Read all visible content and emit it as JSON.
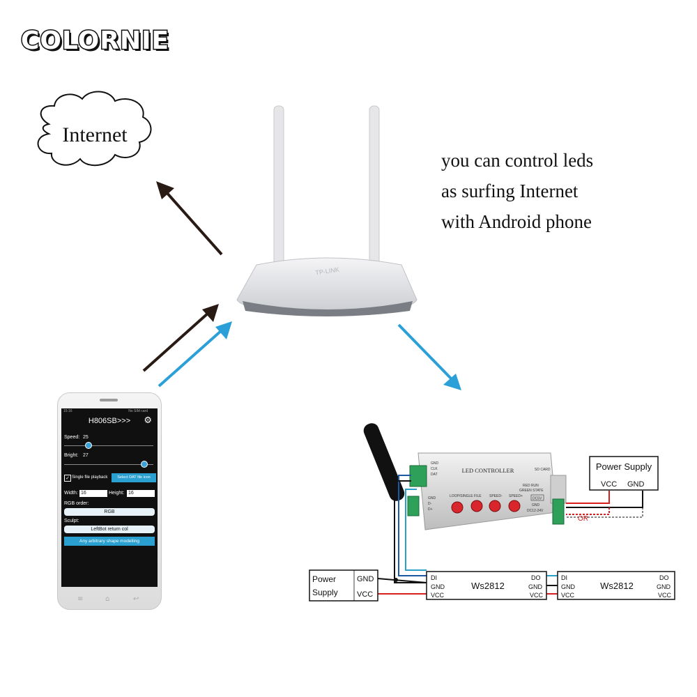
{
  "brand": {
    "logo_text": "COLORNIE"
  },
  "cloud": {
    "label": "Internet"
  },
  "tagline": {
    "lines": [
      "you can control leds",
      "as surfing Internet",
      "with Android phone"
    ]
  },
  "phone": {
    "status_left": "15:16",
    "status_right": "No SIM card",
    "app_title": "H806SB>>>",
    "speed_label": "Speed:",
    "speed_value": "25",
    "bright_label": "Bright:",
    "bright_value": "27",
    "single_file_label": "Single file playback",
    "select_dat_label": "Select DAT file icon",
    "width_label": "Width:",
    "width_value": "16",
    "height_label": "Height:",
    "height_value": "16",
    "rgb_order_label": "RGB order:",
    "rgb_order_value": "RGB",
    "sculpt_label": "Sculpt:",
    "sculpt_value": "LeftBot return col",
    "shape_button_label": "Any arbitrary shape modelling"
  },
  "router": {
    "brand_text": "TP-LINK"
  },
  "controller": {
    "title": "LED CONTROLLER",
    "sd_card": "SD CARD",
    "pins_top": [
      "GND",
      "CLK",
      "DAT"
    ],
    "pins_left": [
      "GND",
      "D-",
      "D+"
    ],
    "button_labels": [
      "LOOP/SINGLE FILE",
      "SPEED-",
      "SPEED+"
    ],
    "status_lights": [
      "RED RUN",
      "GREEN STATE"
    ],
    "dc_label": "DC5V",
    "gnd_label": "GND",
    "dc_range": "DC12-24V"
  },
  "power_supply_top": {
    "line1": "Power Supply",
    "vcc": "VCC",
    "gnd": "GND"
  },
  "power_supply_bottom": {
    "line1": "Power",
    "line2": "Supply",
    "gnd": "GND",
    "vcc": "VCC"
  },
  "or_label": "OR",
  "strips": [
    {
      "name": "Ws2812",
      "in_pins": [
        "DI",
        "GND",
        "VCC"
      ],
      "out_pins": [
        "DO",
        "GND",
        "VCC"
      ]
    },
    {
      "name": "Ws2812",
      "in_pins": [
        "DI",
        "GND",
        "VCC"
      ],
      "out_pins": [
        "DO",
        "GND",
        "VCC"
      ]
    }
  ],
  "colors": {
    "arrow_dark": "#2a1a14",
    "arrow_blue": "#2a9fd8",
    "wire_red": "#d62020",
    "wire_blue": "#1c58a8",
    "wire_black": "#111111",
    "wire_cyan": "#2aa0c8"
  }
}
